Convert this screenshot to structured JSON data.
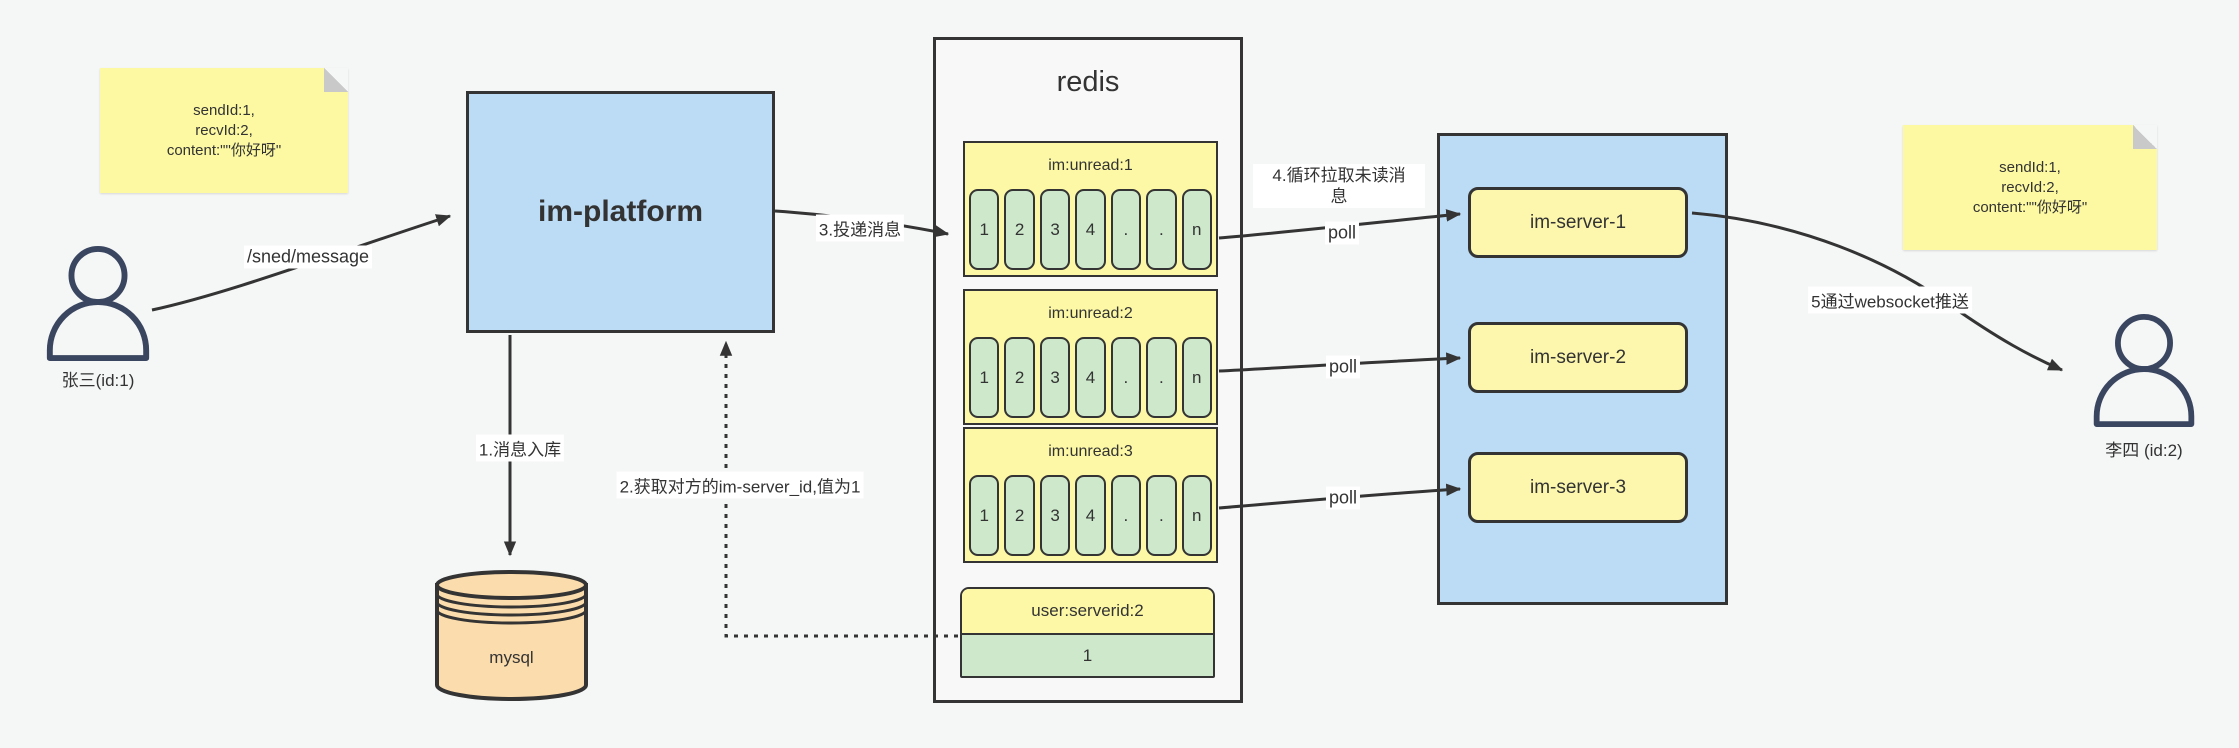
{
  "colors": {
    "background": "#f5f6f6",
    "note_yellow": "#fcf9a2",
    "box_blue": "#bcdcf5",
    "box_yellow": "#fcf7ad",
    "header_yellow": "#fcf8a6",
    "cell_green": "#cde8ca",
    "db_orange": "#fbdcac",
    "stroke": "#343434"
  },
  "note_sender": {
    "lines": [
      "sendId:1,",
      "recvId:2,",
      "content:\"\"你好呀\""
    ]
  },
  "note_receiver": {
    "lines": [
      "sendId:1,",
      "recvId:2,",
      "content:\"\"你好呀\""
    ]
  },
  "sender": {
    "label": "张三(id:1)"
  },
  "receiver": {
    "label": "李四 (id:2)"
  },
  "platform": {
    "label": "im-platform"
  },
  "database": {
    "label": "mysql"
  },
  "redis": {
    "title": "redis",
    "queues": [
      {
        "header": "im:unread:1",
        "cells": [
          "1",
          "2",
          "3",
          "4",
          ".",
          ".",
          "n"
        ]
      },
      {
        "header": "im:unread:2",
        "cells": [
          "1",
          "2",
          "3",
          "4",
          ".",
          ".",
          "n"
        ]
      },
      {
        "header": "im:unread:3",
        "cells": [
          "1",
          "2",
          "3",
          "4",
          ".",
          ".",
          "n"
        ]
      }
    ],
    "kv": {
      "header": "user:serverid:2",
      "value": "1"
    }
  },
  "servers": {
    "items": [
      {
        "label": "im-server-1"
      },
      {
        "label": "im-server-2"
      },
      {
        "label": "im-server-3"
      }
    ]
  },
  "edges": {
    "send_api": "/sned/message",
    "step1": "1.消息入库",
    "step2": "2.获取对方的im-server_id,值为1",
    "step3": "3.投递消息",
    "step4_line1": "4.循环拉取未读消",
    "step4_line2": "息",
    "poll1": "poll",
    "poll2": "poll",
    "poll3": "poll",
    "step5": "5通过websocket推送"
  }
}
